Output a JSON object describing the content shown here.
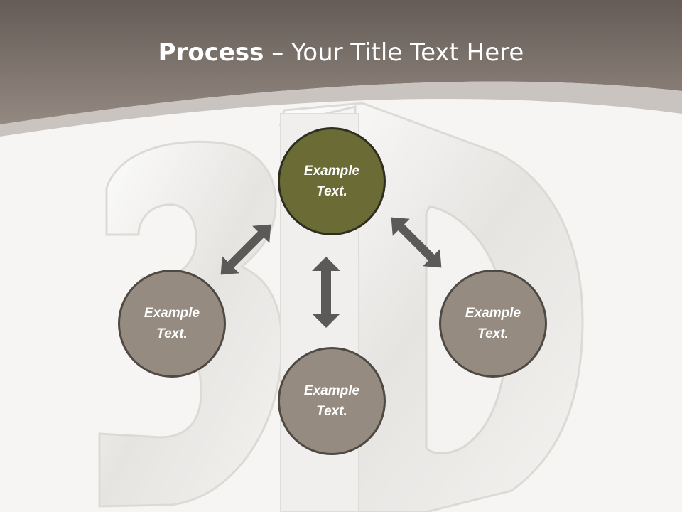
{
  "slide": {
    "title_bold": "Process",
    "title_dash": " – ",
    "title_rest": "Your Title Text Here"
  },
  "nodes": {
    "top": {
      "line1": "Example",
      "line2": "Text."
    },
    "left": {
      "line1": "Example",
      "line2": "Text."
    },
    "bottom": {
      "line1": "Example",
      "line2": "Text."
    },
    "right": {
      "line1": "Example",
      "line2": "Text."
    }
  },
  "colors": {
    "header": "#7d736c",
    "center_node": "#6b6b35",
    "side_node": "#958b80",
    "arrow": "#5c5a58"
  },
  "decorations": {
    "background_graphic": "3d-letters-icon",
    "connector": "double-arrow-icon"
  }
}
